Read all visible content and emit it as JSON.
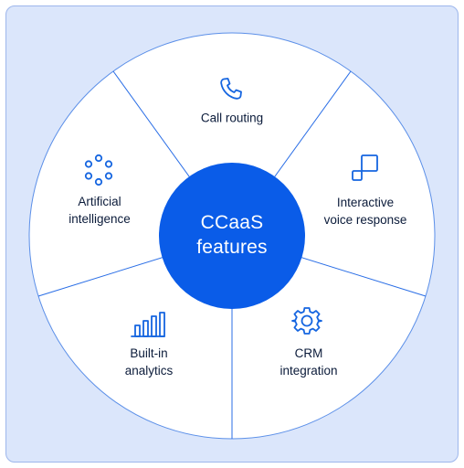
{
  "center_title": "CCaaS\nfeatures",
  "segments": [
    {
      "label": "Call routing",
      "icon": "phone-icon"
    },
    {
      "label": "Interactive\nvoice response",
      "icon": "ivr-icon"
    },
    {
      "label": "CRM\nintegration",
      "icon": "gear-icon"
    },
    {
      "label": "Built-in\nanalytics",
      "icon": "bar-chart-icon"
    },
    {
      "label": "Artificial\nintelligence",
      "icon": "ai-dots-icon"
    }
  ],
  "colors": {
    "background": "#dbe6fb",
    "wheel": "#ffffff",
    "divider": "#2a6ee6",
    "center": "#0a5ce8",
    "icon": "#1565e0"
  }
}
